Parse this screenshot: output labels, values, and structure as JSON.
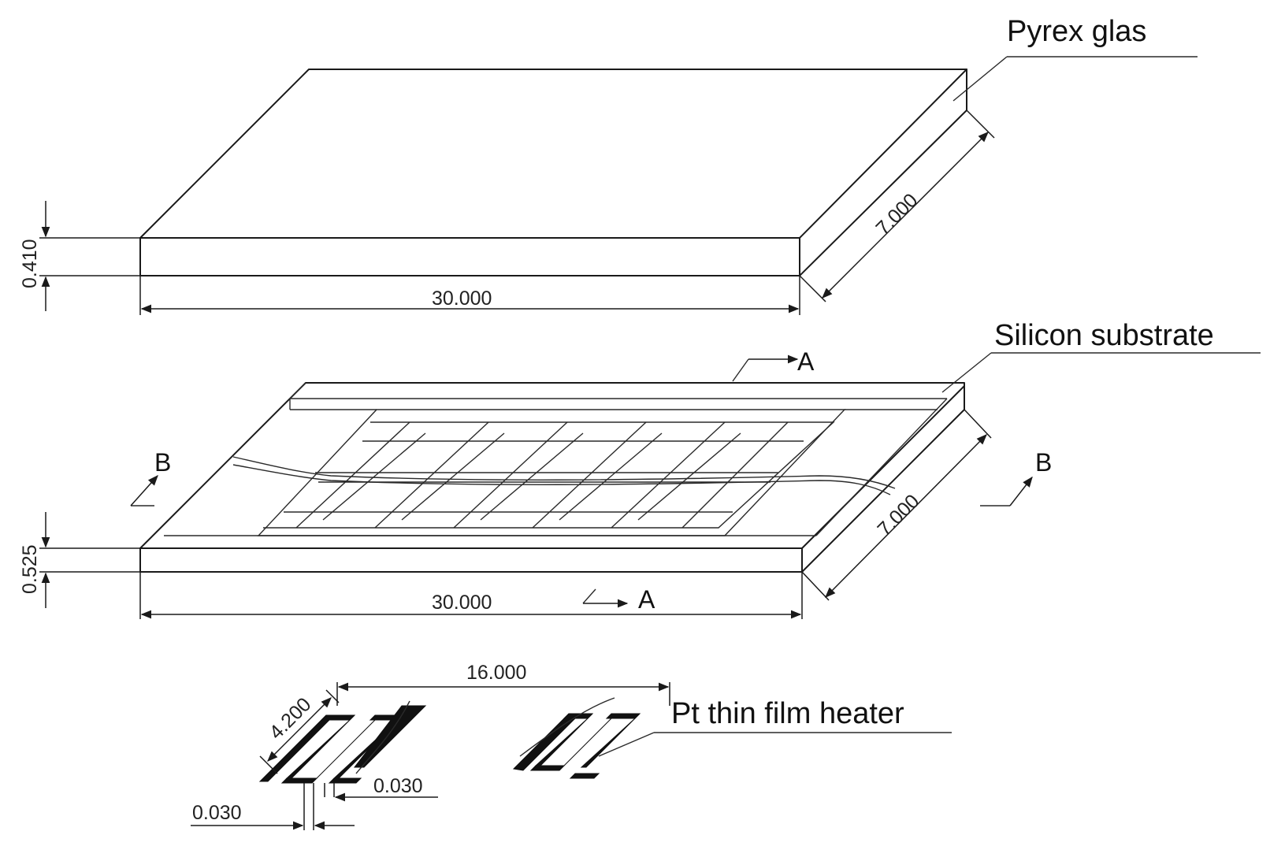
{
  "labels": {
    "pyrex": "Pyrex  glas",
    "silicon": "Silicon substrate",
    "heater": "Pt thin film heater"
  },
  "dimensions": {
    "pyrex_thickness": "0.410",
    "pyrex_length": "30.000",
    "pyrex_width": "7.000",
    "si_thickness": "0.525",
    "si_length": "30.000",
    "si_width": "7.000",
    "heater_spacing": "16.000",
    "heater_length": "4.200",
    "heater_gap_1": "0.030",
    "heater_gap_2": "0.030"
  },
  "sections": {
    "a_top": "A",
    "a_bottom": "A",
    "b_left": "B",
    "b_right": "B"
  }
}
